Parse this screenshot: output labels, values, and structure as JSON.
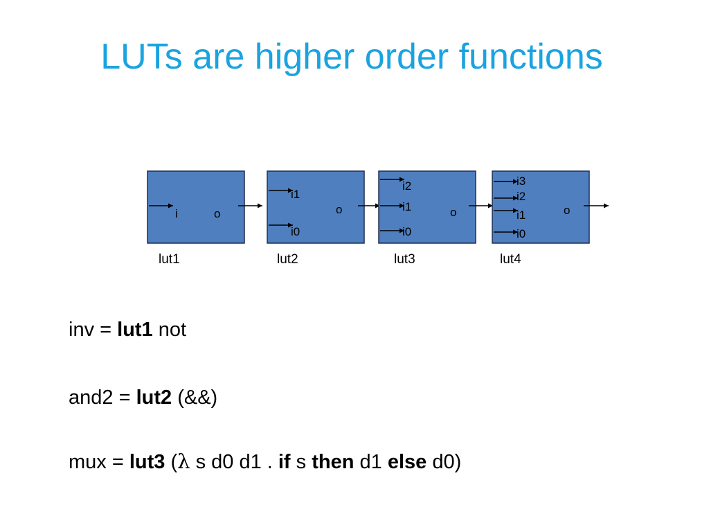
{
  "title": "LUTs are higher order functions",
  "blocks": [
    {
      "caption": "lut1",
      "inputs": [
        "i"
      ],
      "output": "o"
    },
    {
      "caption": "lut2",
      "inputs": [
        "i1",
        "i0"
      ],
      "output": "o"
    },
    {
      "caption": "lut3",
      "inputs": [
        "i2",
        "i1",
        "i0"
      ],
      "output": "o"
    },
    {
      "caption": "lut4",
      "inputs": [
        "i3",
        "i2",
        "i1",
        "i0"
      ],
      "output": "o"
    }
  ],
  "code": {
    "inv": {
      "lhs": "inv = ",
      "fn": "lut1",
      "rest": " not"
    },
    "and2": {
      "lhs": "and2 = ",
      "fn": "lut2",
      "rest": " (&&)"
    },
    "mux": {
      "lhs": "mux = ",
      "fn": "lut3",
      "open": " (",
      "lambda": "λ",
      "args": " s d0 d1 . ",
      "kw_if": "if",
      "cond": " s ",
      "kw_then": "then",
      "then_val": " d1 ",
      "kw_else": "else",
      "else_val": " d0)"
    }
  },
  "colors": {
    "title": "#1aa3e0",
    "block_fill": "#4f7fbf",
    "block_stroke": "#1f2f4f"
  }
}
